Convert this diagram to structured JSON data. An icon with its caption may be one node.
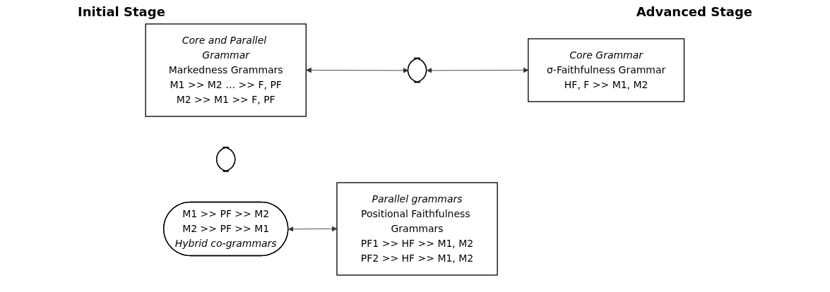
{
  "diagram": {
    "nodes": [
      {
        "text": [
          "Core and Parallel Grammar",
          "Markedness Grammars",
          "M1 >> M2 … >> F, PF",
          "M2 >> M1 >> F, PF"
        ]
      },
      {
        "text": [],
        "shape": "ellipse"
      },
      {
        "text": [],
        "shape": "ellipse"
      },
      {
        "text": [
          "M1 >> PF >> M2",
          "M2 >> PF >> M1",
          "Hybrid co-grammars"
        ]
      },
      {
        "text": [
          "Core Grammar",
          "σ-Faithfulness Grammar",
          "HF, F >> M1, M2"
        ]
      },
      {
        "text": [
          "Parallel grammars",
          "Positional Faithfulness Grammars",
          "PF1 >> HF >> M1, M2",
          "PF2 >> HF >> M1, M2"
        ]
      }
    ],
    "edges": [
      {
        "from": 0,
        "to": 1,
        "arrow": "both"
      },
      {
        "from": 1,
        "to": 4,
        "arrow": "both"
      },
      {
        "from": 3,
        "to": 5,
        "arrow": "both"
      }
    ],
    "labels": [
      "Initial Stage",
      "Advanced Stage"
    ]
  }
}
